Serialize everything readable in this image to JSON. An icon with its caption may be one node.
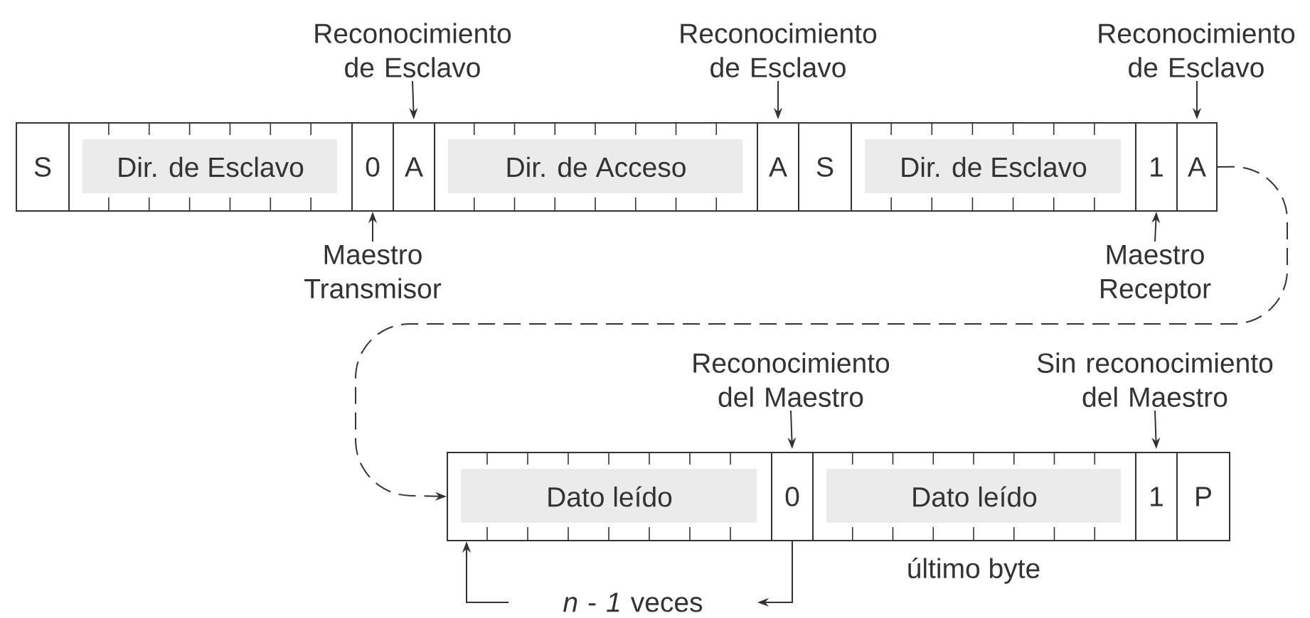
{
  "diagram": {
    "nodes": [
      {
        "text": [
          "S"
        ]
      },
      {
        "text": [
          "Dir. de Esclavo"
        ]
      },
      {
        "text": [
          "0"
        ]
      },
      {
        "text": [
          "A"
        ]
      },
      {
        "text": [
          "Dir. de Acceso"
        ]
      },
      {
        "text": [
          "A"
        ]
      },
      {
        "text": [
          "S"
        ]
      },
      {
        "text": [
          "Dir. de Esclavo"
        ]
      },
      {
        "text": [
          "1"
        ]
      },
      {
        "text": [
          "A"
        ]
      },
      {
        "text": [
          "Dato leído"
        ]
      },
      {
        "text": [
          "0"
        ]
      },
      {
        "text": [
          "Dato leído"
        ],
        "beside": [
          "último byte"
        ]
      },
      {
        "text": [
          "1"
        ]
      },
      {
        "text": [
          "P"
        ]
      },
      {
        "text": [
          "Reconocimiento de Esclavo"
        ]
      },
      {
        "text": [
          "Reconocimiento de Esclavo"
        ]
      },
      {
        "text": [
          "Reconocimiento de Esclavo"
        ]
      },
      {
        "text": [
          "Maestro Transmisor"
        ]
      },
      {
        "text": [
          "Maestro Receptor"
        ]
      },
      {
        "text": [
          "Reconocimiento del Maestro"
        ]
      },
      {
        "text": [
          "Sin reconocimiento del Maestro"
        ]
      },
      {
        "text": [
          "*n* - *1* veces"
        ]
      }
    ],
    "edges": [
      {
        "from": 15,
        "to": 3,
        "arrow": "to"
      },
      {
        "from": 16,
        "to": 5,
        "arrow": "to"
      },
      {
        "from": 17,
        "to": 9,
        "arrow": "to"
      },
      {
        "from": 18,
        "to": 2,
        "arrow": "to"
      },
      {
        "from": 19,
        "to": 8,
        "arrow": "to"
      },
      {
        "from": 20,
        "to": 11,
        "arrow": "to"
      },
      {
        "from": 21,
        "to": 13,
        "arrow": "to"
      },
      {
        "from": 9,
        "to": 10,
        "arrow": "to",
        "style": "dashed"
      },
      {
        "from": 11,
        "to": 22,
        "arrow": "to"
      },
      {
        "from": 22,
        "to": 10,
        "arrow": "to"
      }
    ]
  }
}
